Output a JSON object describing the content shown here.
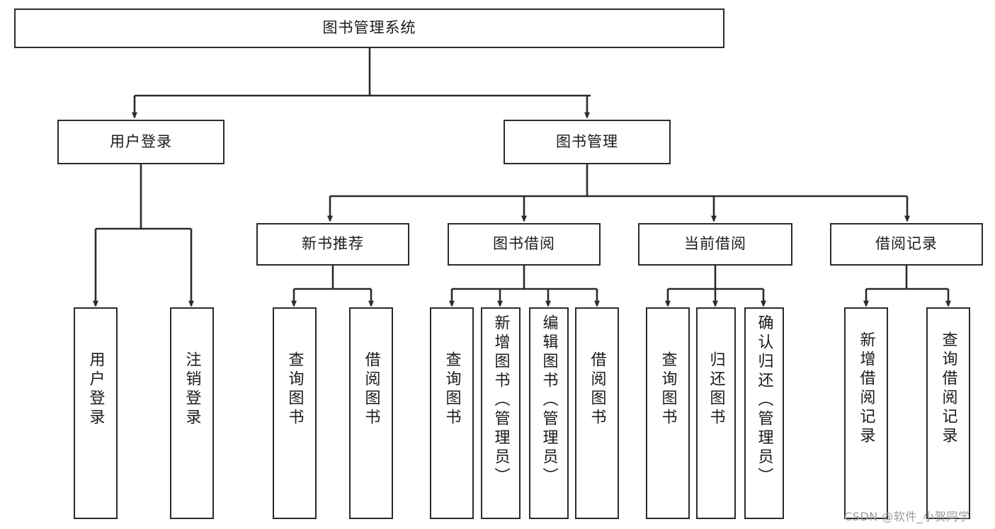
{
  "diagram": {
    "type": "tree-hierarchy",
    "title": "图书管理系统",
    "watermark": "CSDN @软件_小贺同学",
    "colors": {
      "stroke": "#2b2b2b",
      "fill": "#ffffff",
      "text": "#1b1b1b",
      "watermark": "#9a9a9a"
    },
    "levels": {
      "root": {
        "label": "图书管理系统"
      },
      "level2": [
        {
          "id": "user-login",
          "label": "用户登录"
        },
        {
          "id": "book-manage",
          "label": "图书管理"
        }
      ],
      "level3": [
        {
          "id": "new-book-rec",
          "label": "新书推荐",
          "parent": "book-manage"
        },
        {
          "id": "book-borrow",
          "label": "图书借阅",
          "parent": "book-manage"
        },
        {
          "id": "current-borrow",
          "label": "当前借阅",
          "parent": "book-manage"
        },
        {
          "id": "borrow-record",
          "label": "借阅记录",
          "parent": "book-manage"
        }
      ],
      "leaves": [
        {
          "id": "leaf-1",
          "label": "用户登录",
          "parent": "user-login"
        },
        {
          "id": "leaf-2",
          "label": "注销登录",
          "parent": "user-login"
        },
        {
          "id": "leaf-3",
          "label": "查询图书",
          "parent": "new-book-rec"
        },
        {
          "id": "leaf-4",
          "label": "借阅图书",
          "parent": "new-book-rec"
        },
        {
          "id": "leaf-5",
          "label": "查询图书",
          "parent": "book-borrow"
        },
        {
          "id": "leaf-6",
          "label": "新增图书（管理员）",
          "parent": "book-borrow"
        },
        {
          "id": "leaf-7",
          "label": "编辑图书（管理员）",
          "parent": "book-borrow"
        },
        {
          "id": "leaf-8",
          "label": "借阅图书",
          "parent": "book-borrow"
        },
        {
          "id": "leaf-9",
          "label": "查询图书",
          "parent": "current-borrow"
        },
        {
          "id": "leaf-10",
          "label": "归还图书",
          "parent": "current-borrow"
        },
        {
          "id": "leaf-11",
          "label": "确认归还（管理员）",
          "parent": "current-borrow"
        },
        {
          "id": "leaf-12",
          "label": "新增借阅记录",
          "parent": "borrow-record"
        },
        {
          "id": "leaf-13",
          "label": "查询借阅记录",
          "parent": "borrow-record"
        }
      ]
    }
  }
}
